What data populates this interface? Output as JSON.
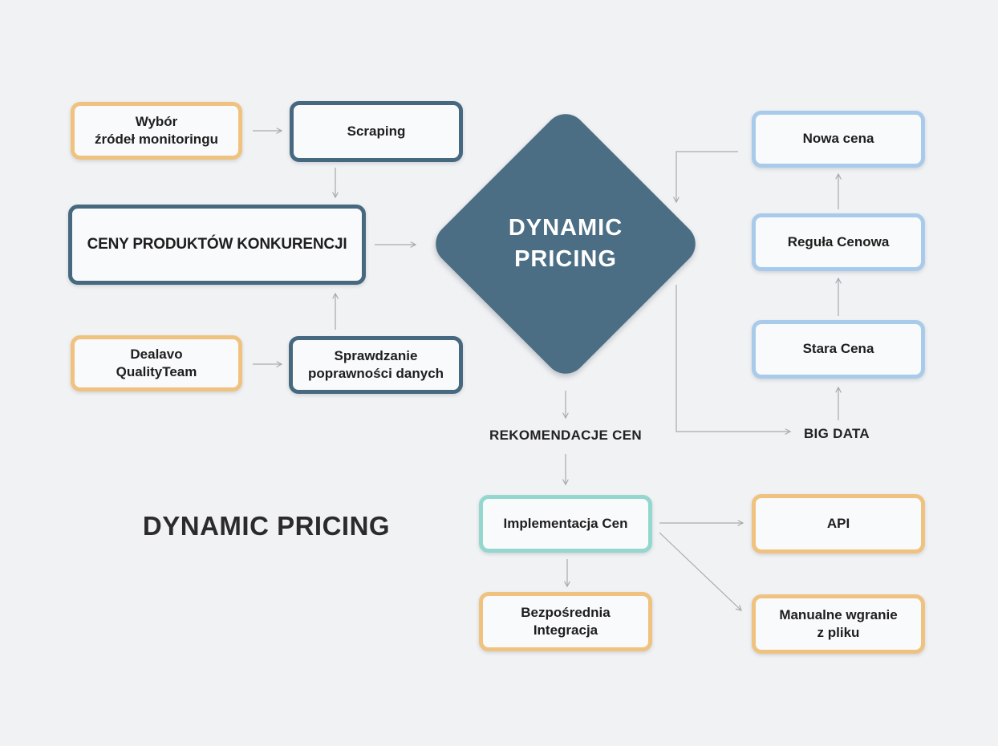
{
  "title": "DYNAMIC PRICING",
  "diamond": {
    "label": "DYNAMIC\nPRICING"
  },
  "labels": {
    "rekomendacje": "REKOMENDACJE CEN",
    "big_data": "BIG DATA"
  },
  "nodes": {
    "wybor": {
      "label": "Wybór\nźródeł monitoringu",
      "border": "orange"
    },
    "scraping": {
      "label": "Scraping",
      "border": "dark-blue"
    },
    "ceny": {
      "label": "CENY PRODUKTÓW KONKURENCJI",
      "border": "dark-blue"
    },
    "dealavo": {
      "label": "Dealavo\nQualityTeam",
      "border": "orange"
    },
    "sprawdzanie": {
      "label": "Sprawdzanie\npoprawności danych",
      "border": "dark-blue"
    },
    "nowa": {
      "label": "Nowa cena",
      "border": "light-blue"
    },
    "regula": {
      "label": "Reguła Cenowa",
      "border": "light-blue"
    },
    "stara": {
      "label": "Stara Cena",
      "border": "light-blue"
    },
    "implementacja": {
      "label": "Implementacja Cen",
      "border": "teal"
    },
    "api": {
      "label": "API",
      "border": "orange"
    },
    "bezposrednia": {
      "label": "Bezpośrednia\nIntegracja",
      "border": "orange"
    },
    "manualne": {
      "label": "Manualne wgranie\nz pliku",
      "border": "orange"
    }
  },
  "edges": [
    {
      "from": "wybor",
      "to": "scraping"
    },
    {
      "from": "scraping",
      "to": "ceny"
    },
    {
      "from": "ceny",
      "to": "dynamic-pricing"
    },
    {
      "from": "dealavo",
      "to": "sprawdzanie"
    },
    {
      "from": "sprawdzanie",
      "to": "ceny"
    },
    {
      "from": "dynamic-pricing",
      "to": "rekomendacje-cen"
    },
    {
      "from": "rekomendacje-cen",
      "to": "implementacja"
    },
    {
      "from": "implementacja",
      "to": "bezposrednia"
    },
    {
      "from": "implementacja",
      "to": "api"
    },
    {
      "from": "implementacja",
      "to": "manualne"
    },
    {
      "from": "dynamic-pricing",
      "to": "big-data"
    },
    {
      "from": "big-data",
      "to": "stara"
    },
    {
      "from": "stara",
      "to": "regula"
    },
    {
      "from": "regula",
      "to": "nowa"
    },
    {
      "from": "nowa",
      "to": "dynamic-pricing"
    }
  ],
  "colors": {
    "background": "#F1F2F4",
    "node_fill": "#F9FAFB",
    "orange_border": "#F0C27F",
    "dark_blue_border": "#46697F",
    "light_blue_border": "#A9CBEB",
    "teal_border": "#93D7CE",
    "diamond_fill": "#4B6E84",
    "diamond_text": "#FFFFFF",
    "connector": "#A8AAAC",
    "text": "#1E1E1E"
  }
}
